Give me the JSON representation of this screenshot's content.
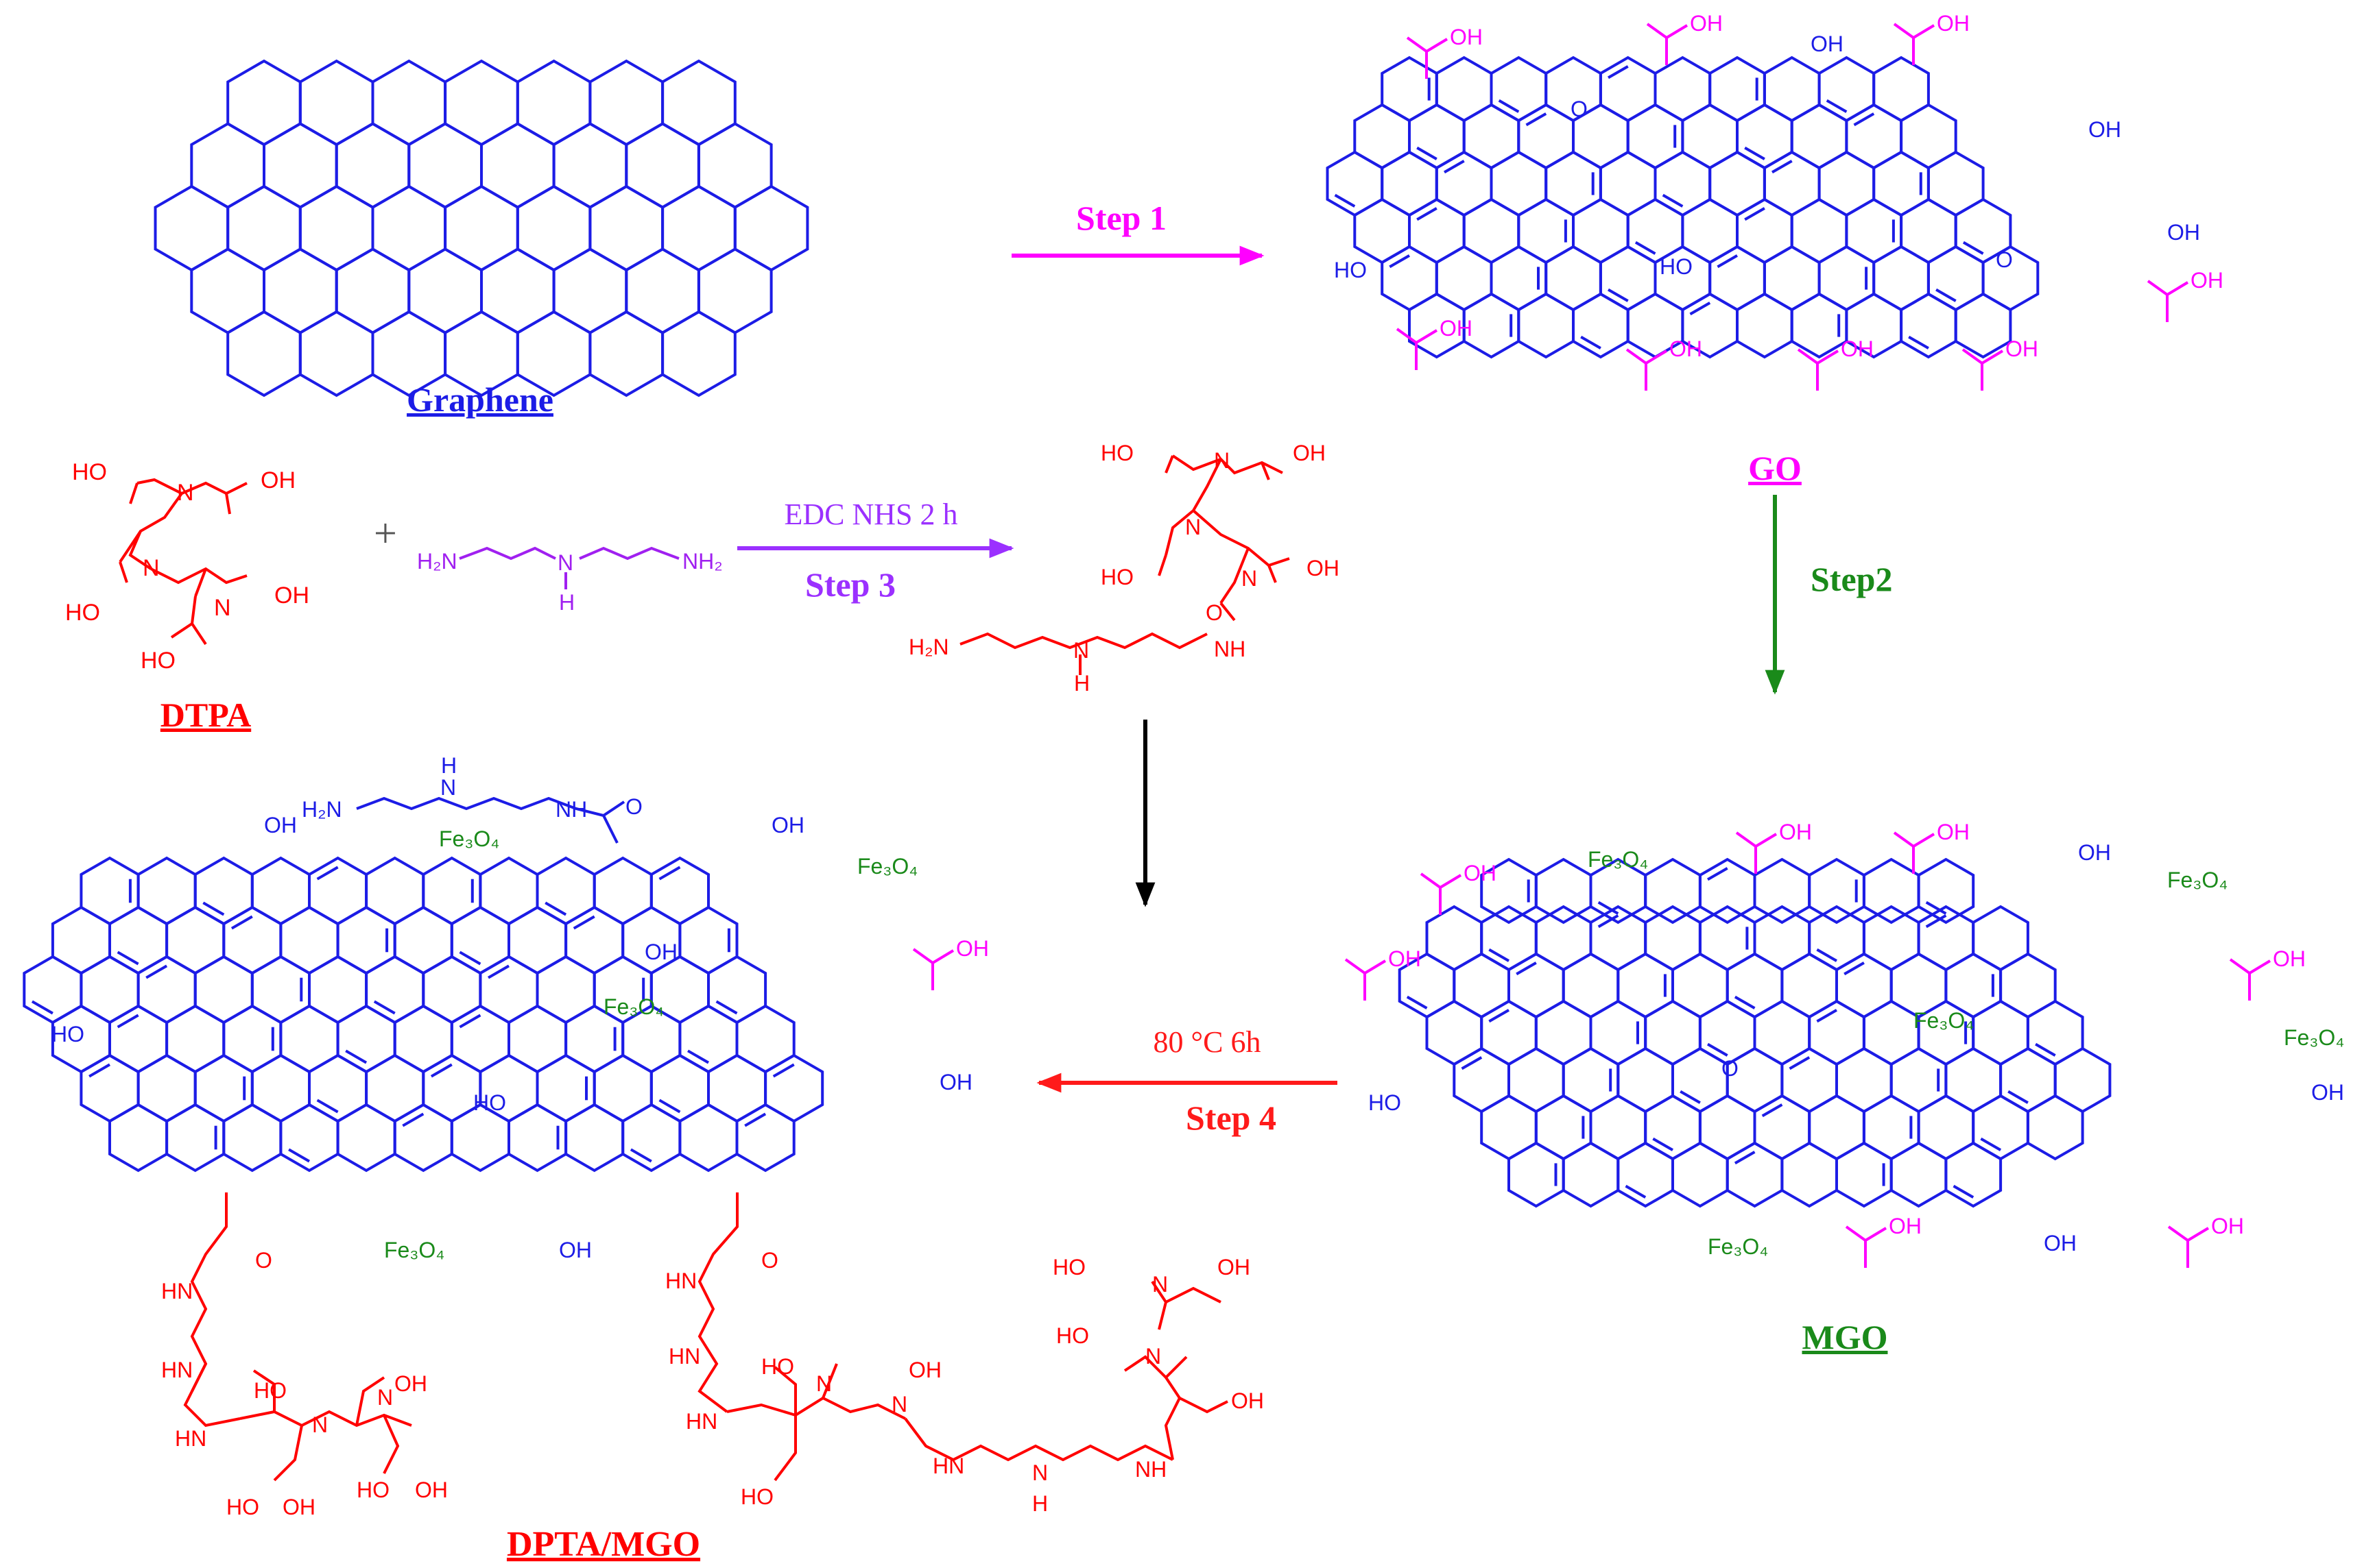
{
  "colors": {
    "graphene": "#1c1ce6",
    "go": "#ff00ff",
    "mgo": "#1a8a1a",
    "dtpa": "#ff0000",
    "diethylenetriamine": "#a020f0",
    "step3_arrow": "#9b30ff",
    "step4": "#ff1a1a",
    "fe3o4": "#1a8a1a",
    "black": "#000000"
  },
  "labels": {
    "graphene": "Graphene",
    "go": "GO",
    "mgo": "MGO",
    "dtpa": "DTPA",
    "product": "DPTA/MGO"
  },
  "steps": {
    "step1": "Step 1",
    "step2": "Step2",
    "step3": "Step 3",
    "step3_condition": "EDC NHS 2 h",
    "step4": "Step 4",
    "step4_condition": "80 °C 6h"
  },
  "groups": {
    "cooh": "OH",
    "oh": "OH",
    "ho": "HO",
    "h2n": "H₂N",
    "nh2": "NH₂",
    "nh": "NH",
    "hn": "HN",
    "n": "N",
    "h": "H",
    "o": "O",
    "fe3o4": "Fe₃O₄",
    "plus": "+"
  }
}
